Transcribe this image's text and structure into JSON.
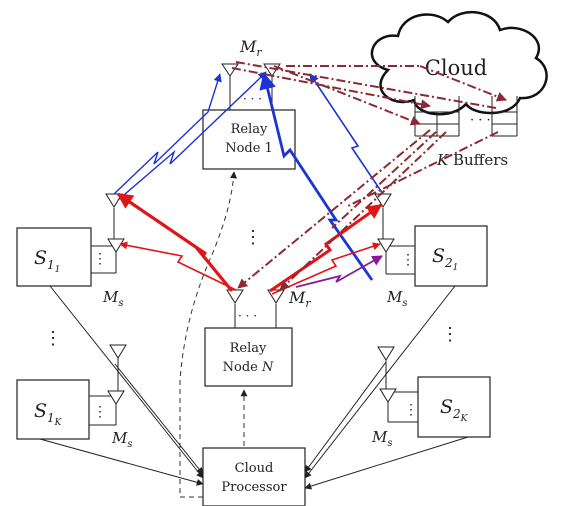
{
  "diagram": {
    "cloud_label": "Cloud",
    "buffers_label": "K Buffers",
    "buffers_k": "K",
    "buffers_word": "Buffers",
    "relay1": {
      "line1": "Relay",
      "line2": "Node 1"
    },
    "relayN": {
      "line1": "Relay",
      "line2_word": "Node",
      "line2_var": "N"
    },
    "processor": {
      "line1": "Cloud",
      "line2": "Processor"
    },
    "sources": {
      "s11": {
        "base": "S",
        "sub": "1",
        "subsub": "1"
      },
      "s1k": {
        "base": "S",
        "sub": "1",
        "subsub": "K"
      },
      "s21": {
        "base": "S",
        "sub": "2",
        "subsub": "1"
      },
      "s2k": {
        "base": "S",
        "sub": "2",
        "subsub": "K"
      }
    },
    "antenna_labels": {
      "mr_top": {
        "base": "M",
        "sub": "r"
      },
      "mr_mid": {
        "base": "M",
        "sub": "r"
      },
      "ms": {
        "base": "M",
        "sub": "s"
      }
    },
    "ellipsis_h": "· · ·",
    "ellipsis_v": "⋮",
    "colors": {
      "blue": "#1c34d6",
      "red": "#e01616",
      "maroon": "#8b2a35",
      "purple": "#8a1a9a",
      "black": "#222222"
    }
  }
}
